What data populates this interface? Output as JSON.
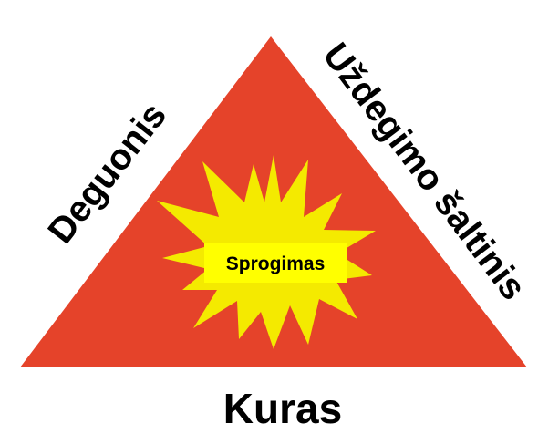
{
  "diagram": {
    "left_side_label": "Deguonis",
    "right_side_label": "Uždegimo šaltinis",
    "bottom_label": "Kuras",
    "center_label": "Sprogimas",
    "colors": {
      "triangle_fill": "#e5432a",
      "burst_fill": "#f4ea00",
      "label_box_fill": "#ffff00",
      "text": "#000000"
    }
  }
}
